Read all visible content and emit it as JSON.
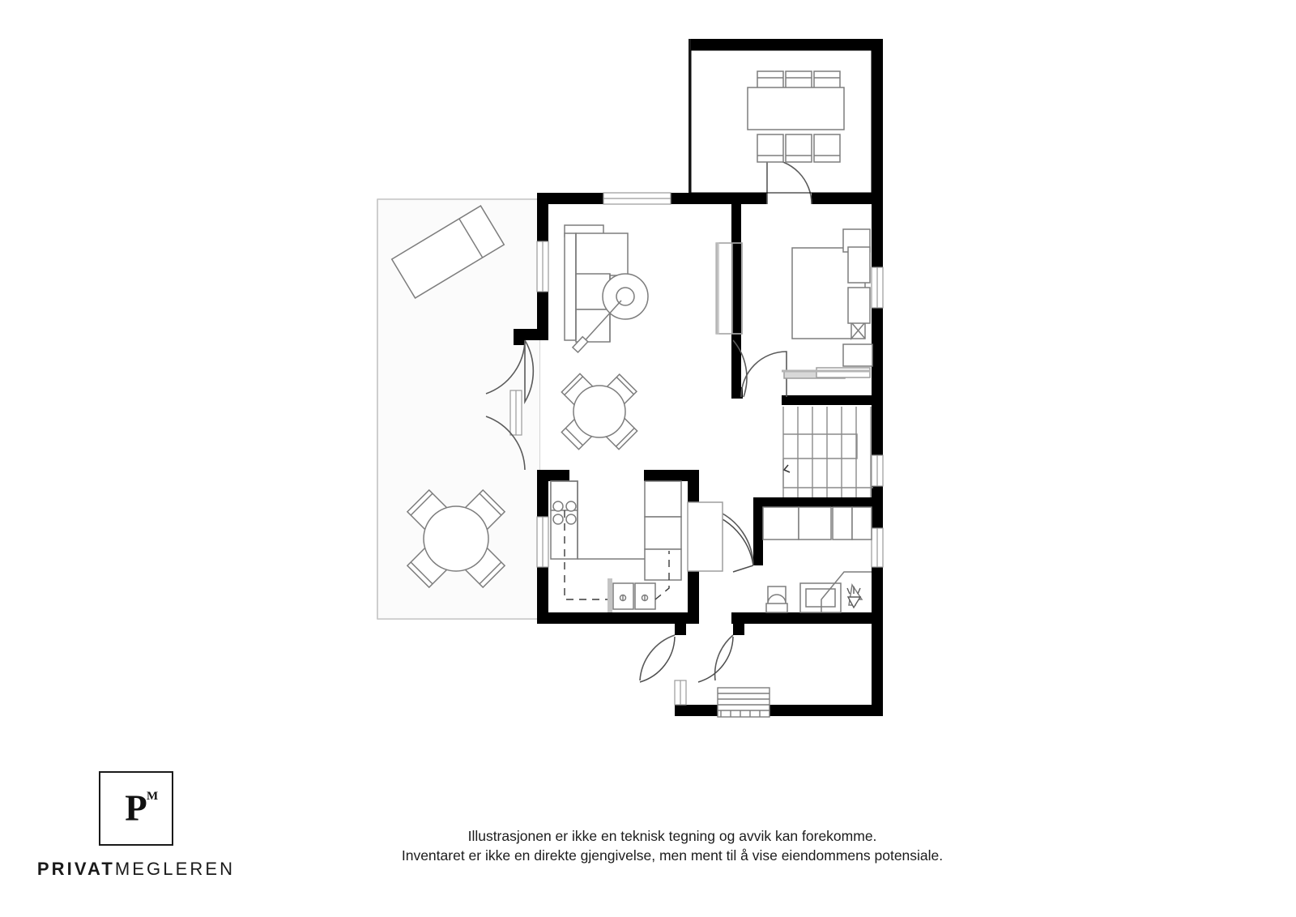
{
  "document": {
    "type": "floor-plan",
    "title": "Floor plan illustration",
    "background_color": "#ffffff",
    "wall_color": "#000000",
    "furniture_stroke_color": "#8a8a8a",
    "terrace_stroke_color": "#c9c9c9"
  },
  "branding": {
    "logo_mark_letter": "P",
    "logo_mark_superscript": "M",
    "wordmark_bold": "PRIVAT",
    "wordmark_light": "MEGLEREN",
    "logo_border_color": "#1a1a1a"
  },
  "disclaimer": {
    "line1": "Illustrasjonen er ikke en teknisk tegning og avvik kan forekomme.",
    "line2": "Inventaret er ikke en direkte gjengivelse, men ment til å vise eiendommens potensiale."
  },
  "plan": {
    "rooms": [
      {
        "id": "dining-room",
        "name": "Dining room",
        "position": "top-right"
      },
      {
        "id": "bedroom",
        "name": "Bedroom",
        "position": "right-upper"
      },
      {
        "id": "living-room",
        "name": "Living room",
        "position": "left-upper"
      },
      {
        "id": "kitchen",
        "name": "Kitchen",
        "position": "left-lower"
      },
      {
        "id": "bathroom",
        "name": "Bathroom",
        "position": "right-lower"
      },
      {
        "id": "hallway",
        "name": "Hallway",
        "position": "center-right"
      },
      {
        "id": "entry",
        "name": "Entry",
        "position": "bottom-right"
      },
      {
        "id": "terrace",
        "name": "Terrace",
        "position": "left-outdoor"
      }
    ],
    "furniture": [
      {
        "id": "dining-table-6",
        "name": "Dining table with six chairs",
        "room": "dining-room"
      },
      {
        "id": "double-bed",
        "name": "Double bed",
        "room": "bedroom"
      },
      {
        "id": "nightstand",
        "name": "Nightstand",
        "room": "bedroom"
      },
      {
        "id": "wardrobe",
        "name": "Wardrobe",
        "room": "bedroom"
      },
      {
        "id": "corner-sofa",
        "name": "Corner sofa",
        "room": "living-room"
      },
      {
        "id": "round-side-table",
        "name": "Round side table",
        "room": "living-room"
      },
      {
        "id": "floor-lamp",
        "name": "Floor lamp",
        "room": "living-room"
      },
      {
        "id": "round-dining-table-4",
        "name": "Round dining table with four chairs",
        "room": "living-room"
      },
      {
        "id": "stove",
        "name": "Stove with four burners",
        "room": "kitchen"
      },
      {
        "id": "double-sink",
        "name": "Double sink",
        "room": "kitchen"
      },
      {
        "id": "kitchen-counter",
        "name": "Kitchen counter",
        "room": "kitchen"
      },
      {
        "id": "refrigerator",
        "name": "Refrigerator",
        "room": "kitchen"
      },
      {
        "id": "toilet",
        "name": "Toilet",
        "room": "bathroom"
      },
      {
        "id": "vanity-sink",
        "name": "Vanity with sink",
        "room": "bathroom"
      },
      {
        "id": "shower",
        "name": "Shower",
        "room": "bathroom"
      },
      {
        "id": "bathroom-cabinets",
        "name": "Bathroom cabinets",
        "room": "bathroom"
      },
      {
        "id": "staircase",
        "name": "Staircase with direction arrow",
        "room": "hallway"
      },
      {
        "id": "entry-steps",
        "name": "Entry steps",
        "room": "entry"
      },
      {
        "id": "sun-lounger",
        "name": "Sun lounger",
        "room": "terrace"
      },
      {
        "id": "outdoor-round-table-4",
        "name": "Outdoor round table with four chairs",
        "room": "terrace"
      }
    ],
    "doors_count": 8,
    "windows_count": 9
  }
}
